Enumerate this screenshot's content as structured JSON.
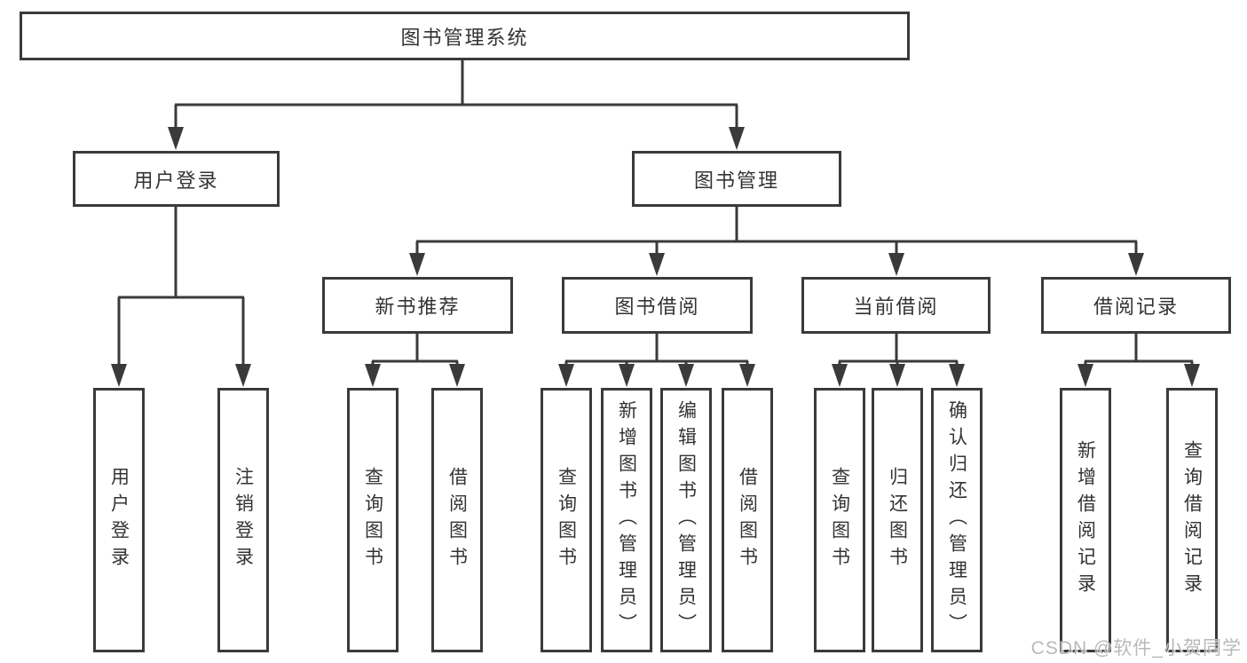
{
  "diagram": {
    "root": {
      "label": "图书管理系统"
    },
    "branches": [
      {
        "label": "用户登录",
        "children": [
          {
            "label": "用户登录"
          },
          {
            "label": "注销登录"
          }
        ]
      },
      {
        "label": "图书管理",
        "children": [
          {
            "label": "新书推荐",
            "children": [
              {
                "label": "查询图书"
              },
              {
                "label": "借阅图书"
              }
            ]
          },
          {
            "label": "图书借阅",
            "children": [
              {
                "label": "查询图书"
              },
              {
                "label": "新增图书（管理员）"
              },
              {
                "label": "编辑图书（管理员）"
              },
              {
                "label": "借阅图书"
              }
            ]
          },
          {
            "label": "当前借阅",
            "children": [
              {
                "label": "查询图书"
              },
              {
                "label": "归还图书"
              },
              {
                "label": "确认归还（管理员）"
              }
            ]
          },
          {
            "label": "借阅记录",
            "children": [
              {
                "label": "新增借阅记录"
              },
              {
                "label": "查询借阅记录"
              }
            ]
          }
        ]
      }
    ]
  },
  "watermark": {
    "text": "CSDN @软件_小贺同学"
  },
  "colors": {
    "line": "#3a3a3a",
    "text": "#333333",
    "watermark": "#b9b9b9",
    "background": "#ffffff"
  }
}
